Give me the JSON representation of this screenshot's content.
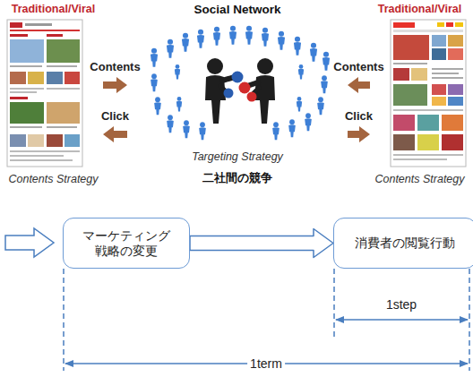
{
  "diagram": {
    "nodes": [
      {
        "text": [
          "Traditional/Viral",
          "Contents Strategy"
        ]
      },
      {
        "text": [
          "Social Network",
          "Targeting Strategy",
          "二社間の競争"
        ]
      },
      {
        "text": [
          "Traditional/Viral",
          "Contents Strategy"
        ]
      },
      {
        "text": [
          "マーケティング 戦略の変更"
        ]
      },
      {
        "text": [
          "消費者の閲覧行動"
        ]
      }
    ],
    "edges": [
      {
        "from": 0,
        "to": 1,
        "label": "Contents",
        "arrow": "to"
      },
      {
        "from": 1,
        "to": 0,
        "label": "Click",
        "arrow": "to"
      },
      {
        "from": 2,
        "to": 1,
        "label": "Contents",
        "arrow": "to"
      },
      {
        "from": 1,
        "to": 2,
        "label": "Click",
        "arrow": "to"
      },
      {
        "from": 3,
        "to": 4,
        "arrow": "to"
      }
    ],
    "labels": [
      "1step",
      "1term"
    ]
  }
}
